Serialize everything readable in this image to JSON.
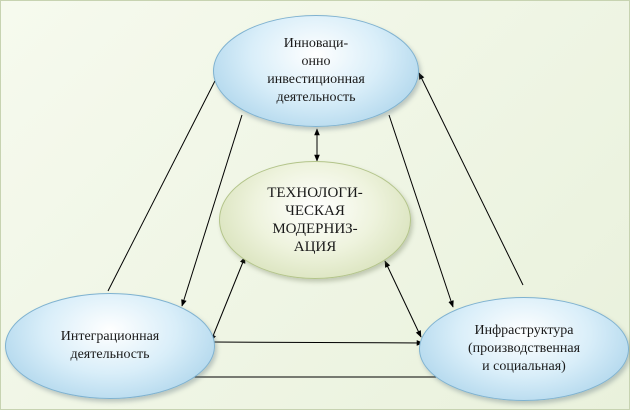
{
  "nodes": {
    "innovation": "Инноваци-\nонно\nинвестиционная\nдеятельность",
    "technology": "ТЕХНОЛОГИ-\nЧЕСКАЯ\nМОДЕРНИЗ-\nАЦИЯ",
    "integration": "Интеграционная\nдеятельность",
    "infrastructure": "Инфраструктура\n(производственная\nи социальная)"
  },
  "colors": {
    "outer_nodes": "#9ccbe6",
    "center_node": "#cdd9a9",
    "arrows": "#000000",
    "background": "#eef4e3"
  }
}
